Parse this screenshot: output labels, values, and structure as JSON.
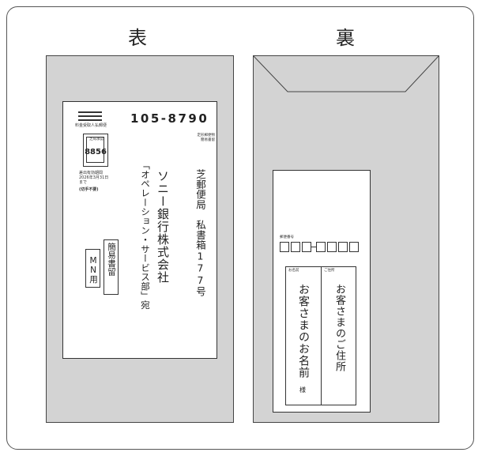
{
  "front": {
    "heading": "表",
    "postage_mark": {
      "title": "料金受取人払郵便",
      "office": "芝局承認",
      "number": "8856",
      "validity_1": "差出有効期間",
      "validity_2": "2026年3月31日",
      "validity_3": "まで",
      "no_stamp": "(切手不要)"
    },
    "mn_box": "MN用",
    "kan_box": "簡易書留",
    "postal_code": "105-8790",
    "mail_type_1": "定形郵便物",
    "mail_type_2": "簡易書留",
    "address_line_1": "芝郵便局　私書箱177号",
    "recipient_line_1": "ソニー銀行株式会社",
    "recipient_line_2": "「オペレーション・サービス部」宛"
  },
  "back": {
    "heading": "裏",
    "postal_label": "郵便番号",
    "name_label": "お名前",
    "address_label": "ご住所",
    "name_placeholder": "お客さまのお名前",
    "honorific": "様",
    "address_placeholder": "お客さまのご住所"
  }
}
